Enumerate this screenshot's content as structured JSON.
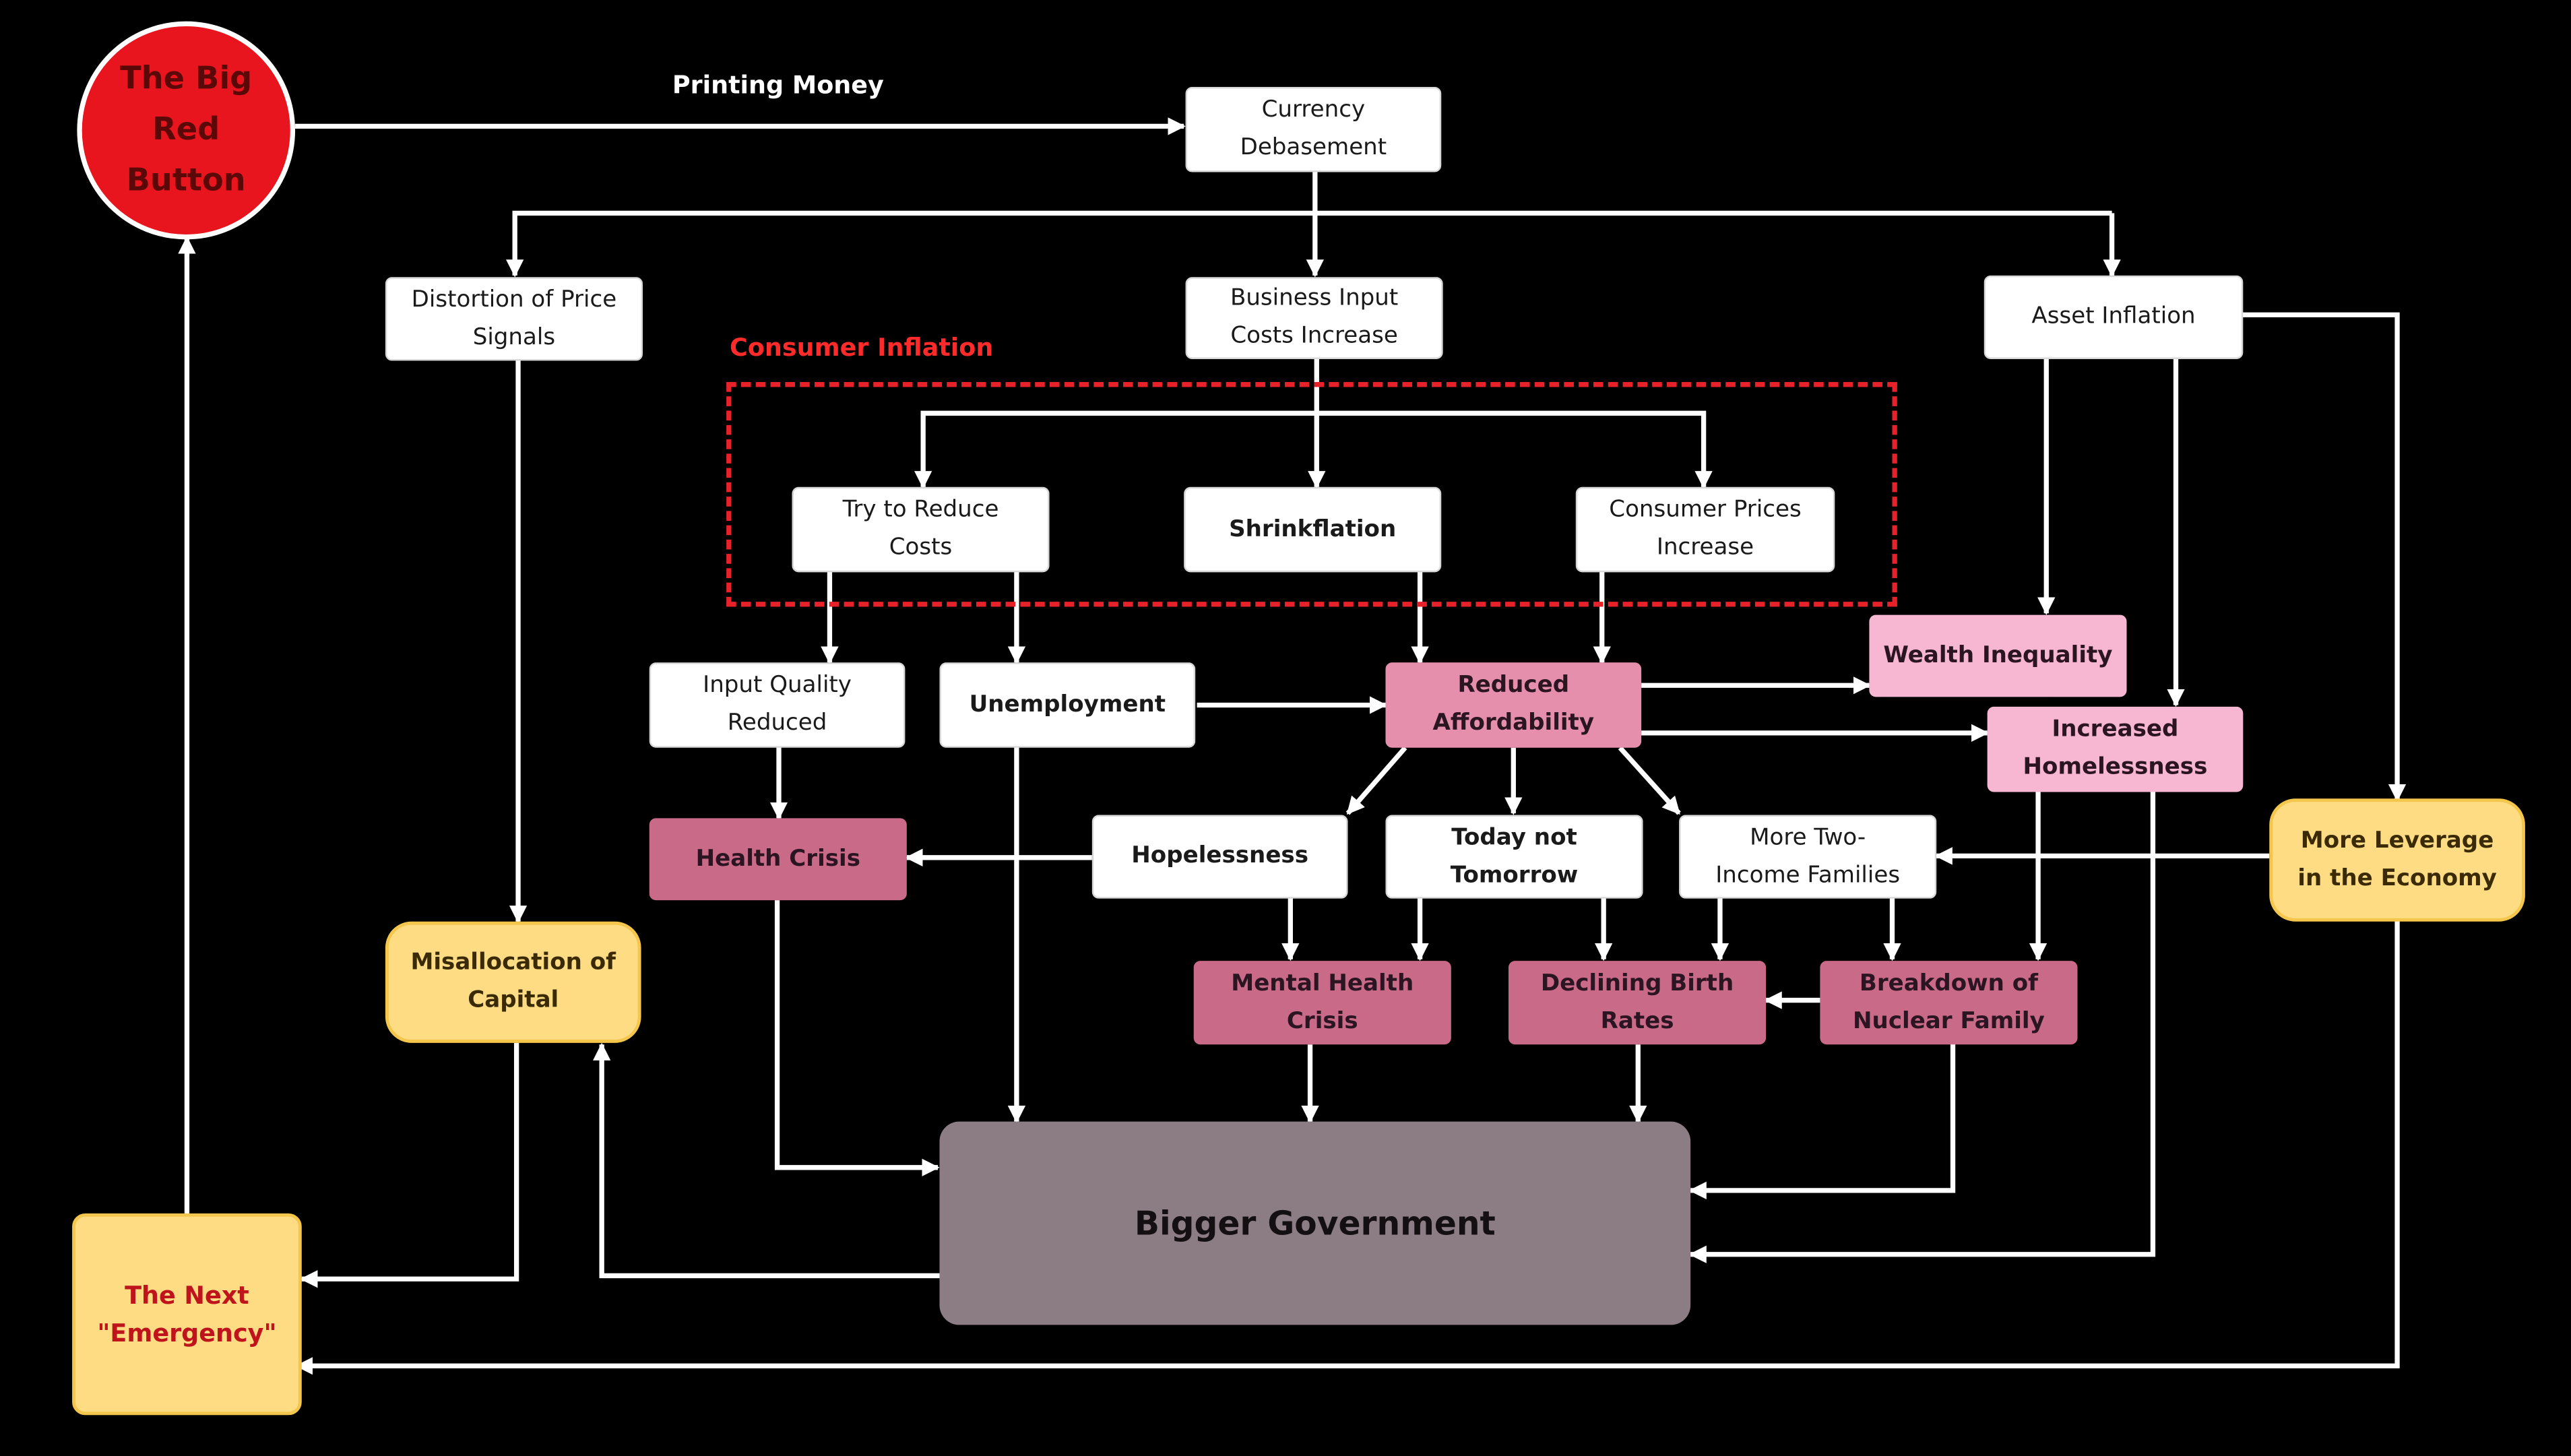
{
  "labels": {
    "printing_money": "Printing Money",
    "consumer_inflation": "Consumer Inflation"
  },
  "nodes": {
    "big_red_button": "The Big\nRed\nButton",
    "currency_debasement": "Currency\nDebasement",
    "distortion_price_signals": "Distortion of Price\nSignals",
    "business_input_costs": "Business Input\nCosts Increase",
    "asset_inflation": "Asset Inflation",
    "try_reduce_costs": "Try to Reduce\nCosts",
    "shrinkflation": "Shrinkflation",
    "consumer_prices": "Consumer Prices\nIncrease",
    "wealth_inequality": "Wealth Inequality",
    "input_quality": "Input Quality\nReduced",
    "unemployment": "Unemployment",
    "reduced_affordability": "Reduced\nAffordability",
    "increased_homelessness": "Increased\nHomelessness",
    "health_crisis": "Health Crisis",
    "hopelessness": "Hopelessness",
    "today_not_tomorrow": "Today not\nTomorrow",
    "two_income": "More Two-\nIncome Families",
    "more_leverage": "More Leverage\nin the Economy",
    "misallocation": "Misallocation of\nCapital",
    "mental_health": "Mental Health\nCrisis",
    "declining_birth": "Declining Birth\nRates",
    "breakdown_family": "Breakdown of\nNuclear Family",
    "bigger_government": "Bigger Government",
    "next_emergency": "The Next\n\"Emergency\""
  },
  "colors": {
    "background": "#000000",
    "arrow": "#ffffff",
    "red_button": "#e8141e",
    "consumer_inflation_box": "#e8222a",
    "yellow": "#fddc84",
    "pink": "#e58fad",
    "rose": "#c96a89",
    "government": "#8c7d85"
  }
}
